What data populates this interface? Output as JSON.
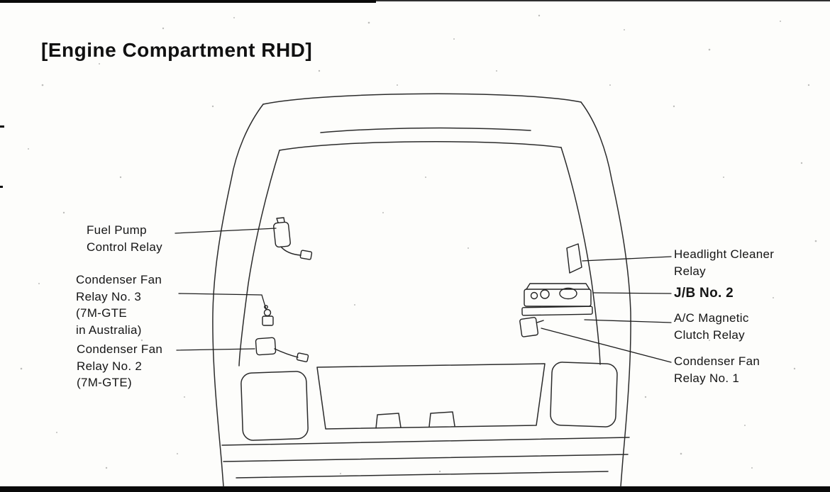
{
  "title": "[Engine Compartment RHD]",
  "labels": {
    "fuel_pump": "Fuel Pump\nControl Relay",
    "condenser_fan_3": "Condenser Fan\nRelay No. 3\n(7M-GTE\nin Australia)",
    "condenser_fan_2": "Condenser Fan\nRelay No. 2\n(7M-GTE)",
    "headlight_cleaner": "Headlight Cleaner\nRelay",
    "jb_no_2": "J/B No. 2",
    "ac_magnetic_clutch": "A/C Magnetic\nClutch Relay",
    "condenser_fan_1": "Condenser Fan\nRelay No. 1"
  }
}
